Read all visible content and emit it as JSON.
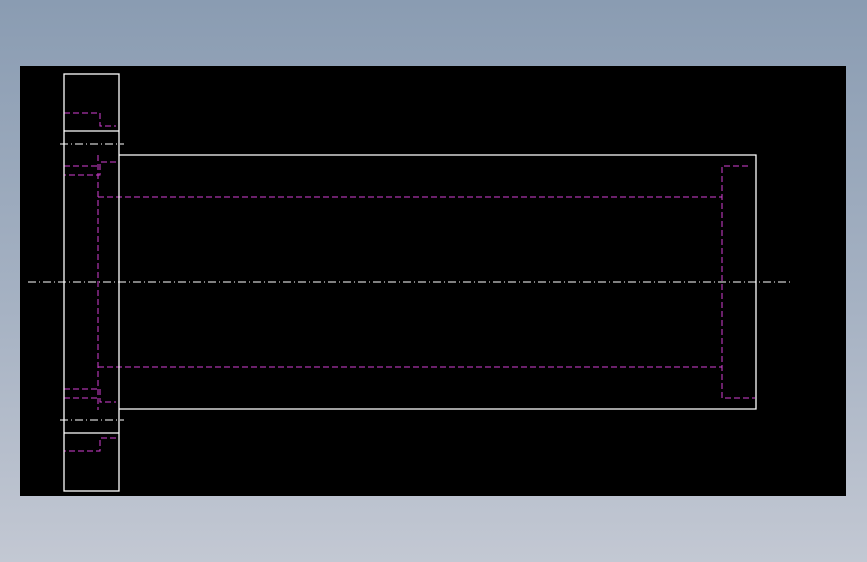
{
  "viewport": {
    "background_color": "#000000",
    "page_background_top": "#8a9cb2",
    "page_background_bottom": "#c3c8d3"
  },
  "drawing": {
    "view": "side-section",
    "visible_edge_color": "#ffffff",
    "hidden_line_color": "#d33fd3",
    "centerline_color": "#ffffff",
    "parts": [
      {
        "name": "flange",
        "line_style": "solid"
      },
      {
        "name": "shaft-body",
        "line_style": "solid"
      },
      {
        "name": "inner-bore",
        "line_style": "hidden"
      },
      {
        "name": "end-counterbore",
        "line_style": "hidden"
      },
      {
        "name": "flange-pockets",
        "line_style": "hidden"
      },
      {
        "name": "bolt-hole-axes",
        "line_style": "center"
      },
      {
        "name": "main-axis",
        "line_style": "center"
      }
    ]
  }
}
